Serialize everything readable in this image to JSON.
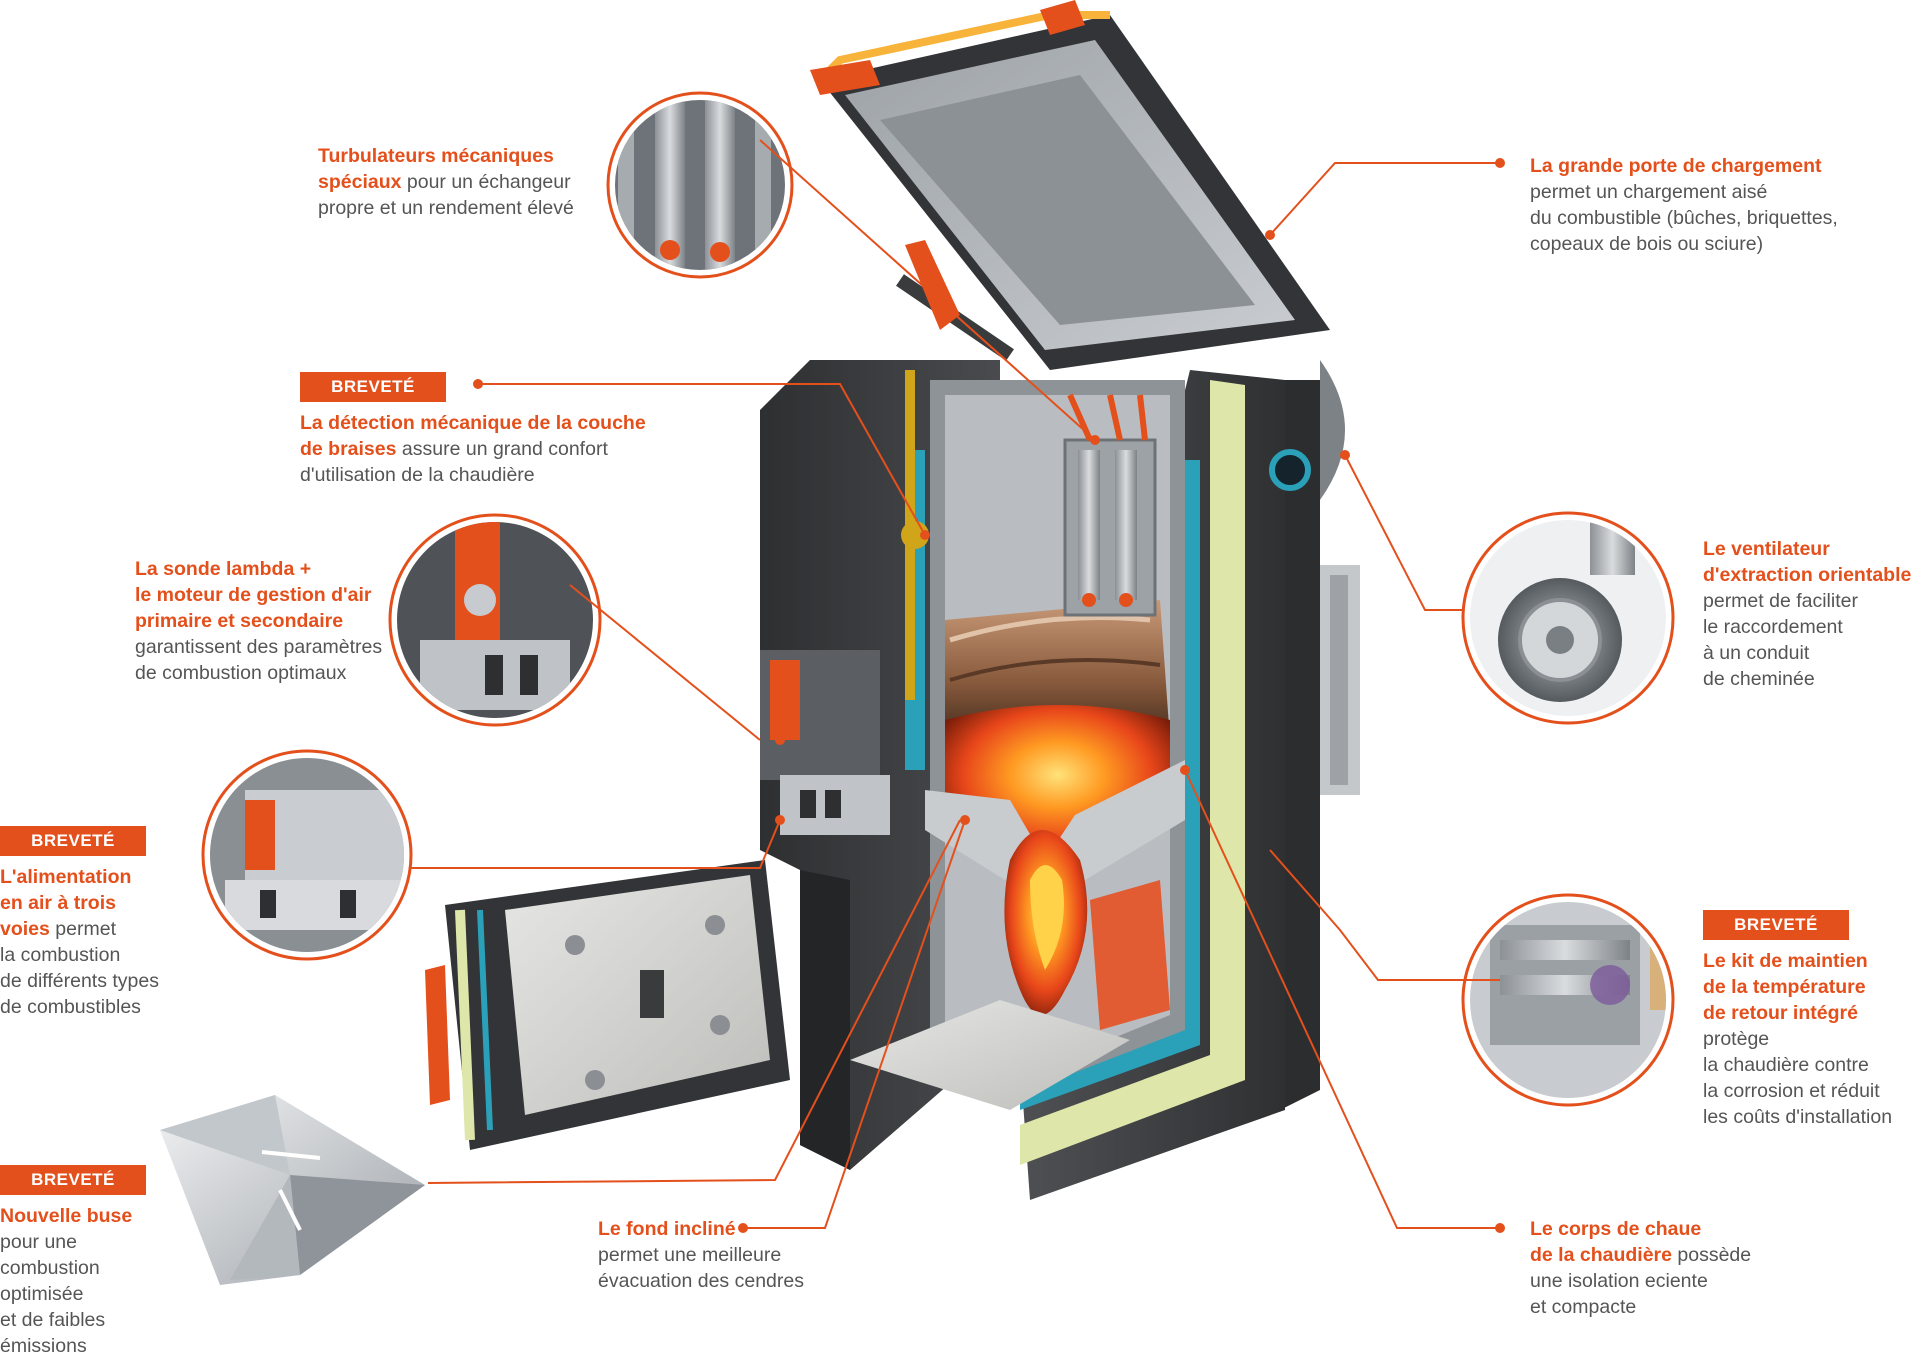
{
  "colors": {
    "accent": "#e4501c",
    "body_text": "#555555",
    "boiler_dark": "#3b3c3e",
    "insulation": "#dfe6a9",
    "water_jacket": "#2aa1b8",
    "flame": "#f26a1b"
  },
  "callouts": {
    "turbulators": {
      "highlight": "Turbulateurs mécaniques\nspéciaux",
      "body": " pour un échangeur\npropre et un rendement élevé"
    },
    "loading_door": {
      "highlight": "La grande porte de chargement",
      "body": "\npermet un chargement aisé\ndu combustible (bûches, briquettes,\ncopeaux de bois ou sciure)"
    },
    "ember_detection": {
      "badge": "BREVETÉ",
      "highlight": "La détection mécanique de la couche\nde braises",
      "body": " assure un grand confort\nd'utilisation de la chaudière"
    },
    "lambda_probe": {
      "highlight": "La sonde lambda +\nle moteur de gestion d'air\nprimaire et secondaire",
      "body": "\ngarantissent des paramètres\nde combustion optimaux"
    },
    "fan": {
      "highlight": "Le ventilateur\nd'extraction orientable",
      "body": "\npermet de faciliter\nle raccordement\nà un conduit\nde cheminée"
    },
    "three_way_air": {
      "badge": "BREVETÉ",
      "highlight": "L'alimentation\nen air à trois\nvoies",
      "body": " permet\nla combustion\nde différents types\nde combustibles"
    },
    "return_temp": {
      "badge": "BREVETÉ",
      "highlight": "Le kit de maintien\nde la température\nde retour intégré",
      "body": " protège\nla chaudière contre\nla corrosion et réduit\nles coûts d'installation"
    },
    "nozzle": {
      "badge": "BREVETÉ",
      "highlight": "Nouvelle buse",
      "body": "\npour une\ncombustion\noptimisée\net de faibles\némissions"
    },
    "inclined_floor": {
      "highlight": "Le fond incliné",
      "body": "\npermet une meilleure\névacuation des cendres"
    },
    "boiler_body": {
      "highlight": "Le corps de chaue\nde la chaudière",
      "body": " possède\nune isolation eciente\net compacte"
    }
  }
}
